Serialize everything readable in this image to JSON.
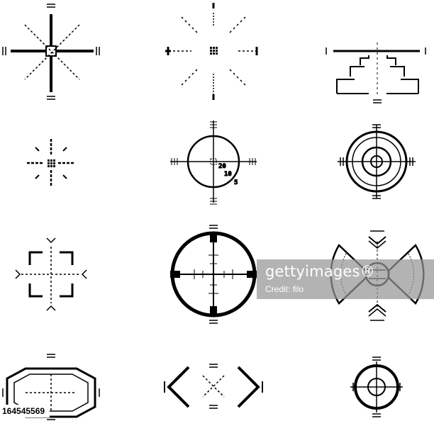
{
  "scope_scale_labels": [
    "20",
    "10",
    "5"
  ],
  "watermark": {
    "brand": "gettyimages®",
    "credit_prefix": "Credit:",
    "credit_name": "filo"
  },
  "stock_id": "164545569",
  "colors": {
    "ink": "#000000",
    "watermark_band": "#969696"
  }
}
